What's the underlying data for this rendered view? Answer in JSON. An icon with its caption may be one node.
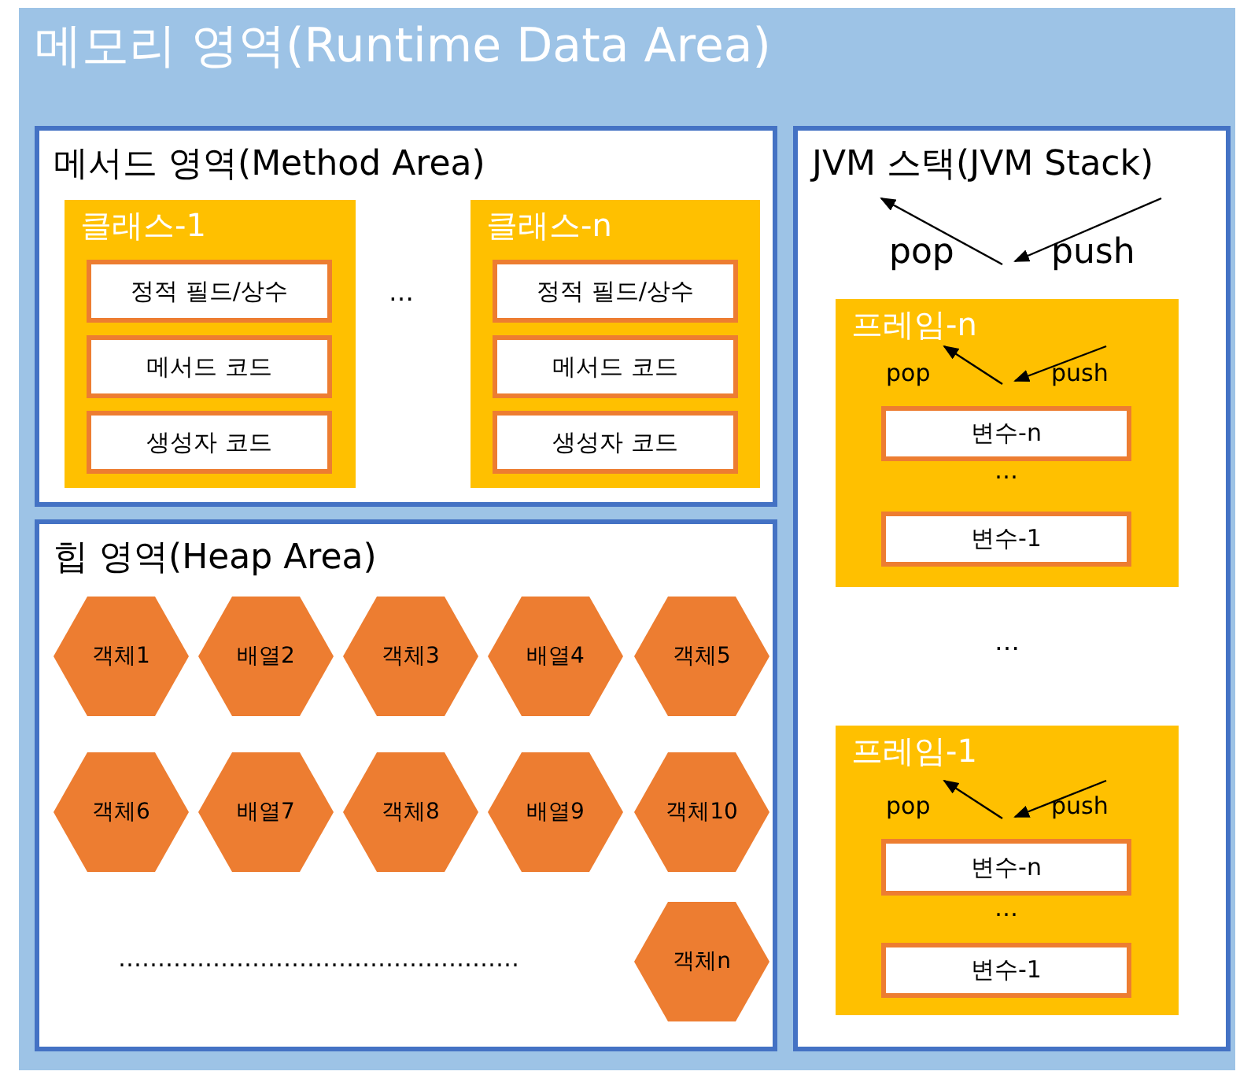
{
  "diagram": {
    "nodes": [
      {
        "text": [
          "메모리 영역(Runtime Data Area)"
        ]
      },
      {
        "text": [
          "메서드 영역(Method Area)"
        ],
        "in": 0
      },
      {
        "text": [
          "클래스-1"
        ],
        "in": 1
      },
      {
        "text": [
          "정적 필드/상수"
        ],
        "in": 2
      },
      {
        "text": [
          "메서드 코드"
        ],
        "in": 2
      },
      {
        "text": [
          "생성자 코드"
        ],
        "in": 2
      },
      {
        "text": [
          "클래스-n"
        ],
        "in": 1
      },
      {
        "text": [
          "정적 필드/상수"
        ],
        "in": 6
      },
      {
        "text": [
          "메서드 코드"
        ],
        "in": 6
      },
      {
        "text": [
          "생성자 코드"
        ],
        "in": 6
      },
      {
        "text": [
          "힙 영역(Heap Area)"
        ],
        "in": 0
      },
      {
        "text": [
          "객체1"
        ],
        "in": 10
      },
      {
        "text": [
          "배열2"
        ],
        "in": 10
      },
      {
        "text": [
          "객체3"
        ],
        "in": 10
      },
      {
        "text": [
          "배열4"
        ],
        "in": 10
      },
      {
        "text": [
          "객체5"
        ],
        "in": 10
      },
      {
        "text": [
          "객체6"
        ],
        "in": 10
      },
      {
        "text": [
          "배열7"
        ],
        "in": 10
      },
      {
        "text": [
          "객체8"
        ],
        "in": 10
      },
      {
        "text": [
          "배열9"
        ],
        "in": 10
      },
      {
        "text": [
          "객체10"
        ],
        "in": 10
      },
      {
        "text": [
          "객체n"
        ],
        "in": 10
      },
      {
        "text": [
          "JVM 스택(JVM Stack)"
        ],
        "in": 0
      },
      {
        "text": [
          "프레임-n"
        ],
        "in": 22
      },
      {
        "text": [
          "변수-n"
        ],
        "in": 23
      },
      {
        "text": [
          "변수-1"
        ],
        "in": 23
      },
      {
        "text": [
          "프레임-1"
        ],
        "in": 22
      },
      {
        "text": [
          "변수-n"
        ],
        "in": 26
      },
      {
        "text": [
          "변수-1"
        ],
        "in": 26
      }
    ],
    "edges": [],
    "labels": [
      "…",
      "pop",
      "push",
      "pop",
      "push",
      "…",
      "…",
      "pop",
      "push",
      "…",
      "……………………………………………"
    ]
  }
}
